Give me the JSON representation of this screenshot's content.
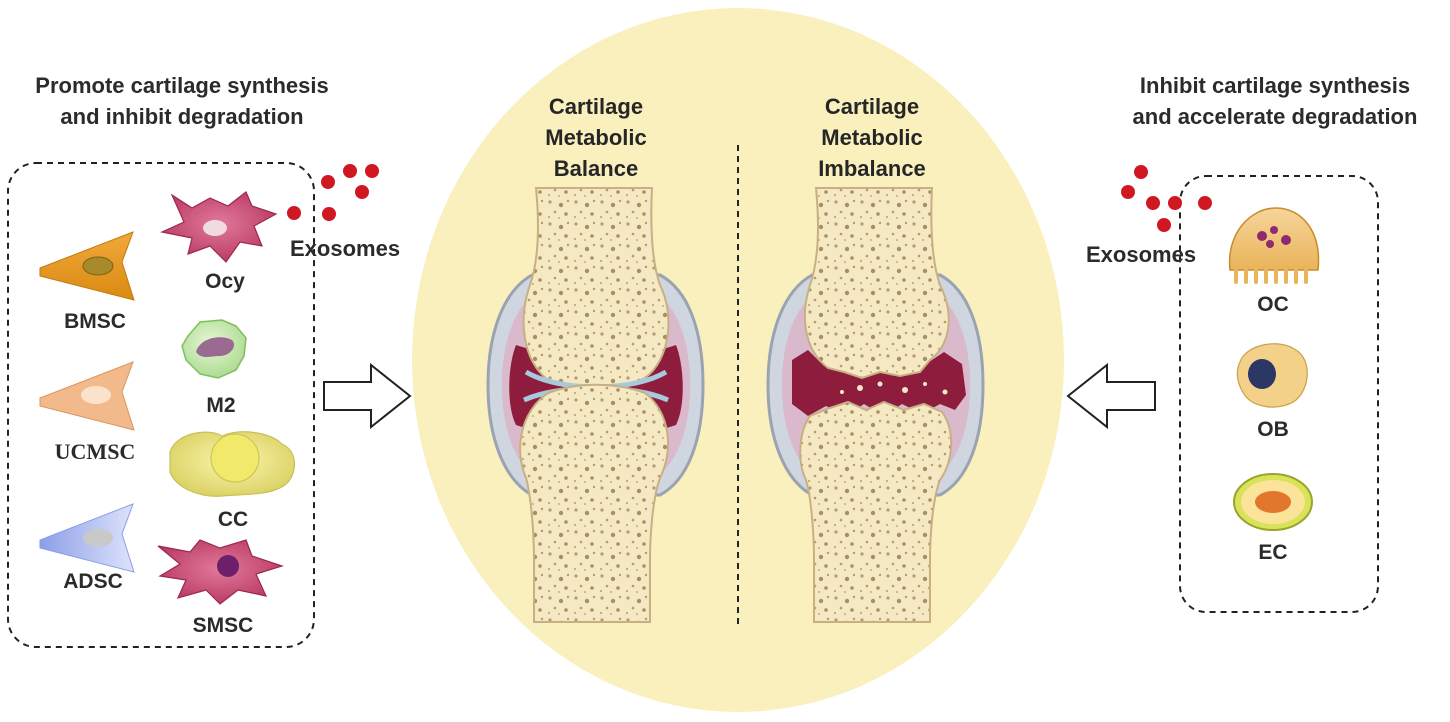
{
  "left": {
    "heading_line1": "Promote cartilage synthesis",
    "heading_line2": "and inhibit degradation",
    "exosomes_label": "Exosomes",
    "cells": [
      "BMSC",
      "Ocy",
      "M2",
      "UCMSC",
      "CC",
      "ADSC",
      "SMSC"
    ]
  },
  "right": {
    "heading_line1": "Inhibit cartilage synthesis",
    "heading_line2": "and accelerate degradation",
    "exosomes_label": "Exosomes",
    "cells": [
      "OC",
      "OB",
      "EC"
    ]
  },
  "center": {
    "balance_title": [
      "Cartilage",
      "Metabolic",
      "Balance"
    ],
    "imbalance_title": [
      "Cartilage",
      "Metabolic",
      "Imbalance"
    ]
  },
  "colors": {
    "ellipse": "#faf0bd",
    "bone": "#f5e9c4",
    "bone_pore": "#b59a6a",
    "synovium": "#8e1d3d",
    "exosome": "#d01822"
  }
}
